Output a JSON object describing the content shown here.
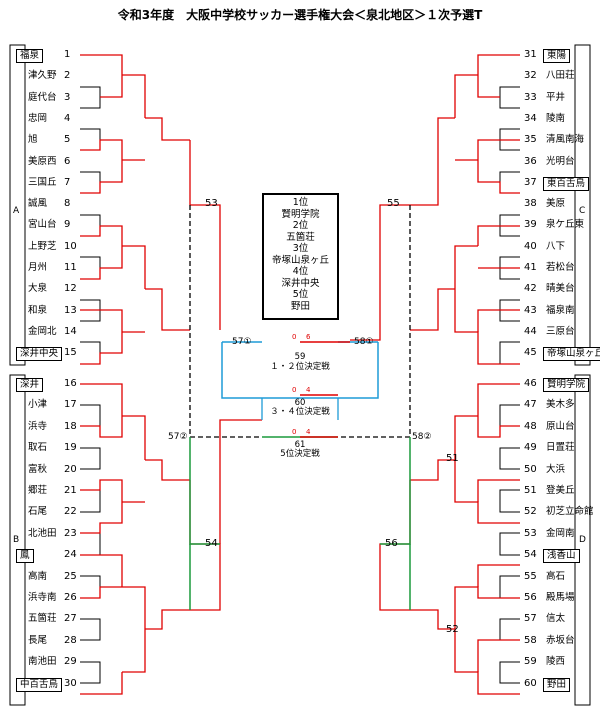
{
  "title": "令和3年度　大阪中学校サッカー選手権大会＜泉北地区＞１次予選T",
  "sections": {
    "left_a": "A",
    "left_b": "B",
    "right_c": "C",
    "right_d": "D"
  },
  "left_teams": [
    {
      "no": "1",
      "name": "福泉",
      "boxed": true
    },
    {
      "no": "2",
      "name": "津久野"
    },
    {
      "no": "3",
      "name": "庭代台"
    },
    {
      "no": "4",
      "name": "忠岡"
    },
    {
      "no": "5",
      "name": "旭"
    },
    {
      "no": "6",
      "name": "美原西"
    },
    {
      "no": "7",
      "name": "三国丘"
    },
    {
      "no": "8",
      "name": "誠風"
    },
    {
      "no": "9",
      "name": "宮山台"
    },
    {
      "no": "10",
      "name": "上野芝"
    },
    {
      "no": "11",
      "name": "月州"
    },
    {
      "no": "12",
      "name": "大泉"
    },
    {
      "no": "13",
      "name": "和泉"
    },
    {
      "no": "14",
      "name": "金岡北"
    },
    {
      "no": "15",
      "name": "深井中央",
      "boxed": true
    },
    {
      "no": "16",
      "name": "深井",
      "boxed": true
    },
    {
      "no": "17",
      "name": "小津"
    },
    {
      "no": "18",
      "name": "浜寺"
    },
    {
      "no": "19",
      "name": "取石"
    },
    {
      "no": "20",
      "name": "富秋"
    },
    {
      "no": "21",
      "name": "郷荘"
    },
    {
      "no": "22",
      "name": "石尾"
    },
    {
      "no": "23",
      "name": "北池田"
    },
    {
      "no": "24",
      "name": "鳳",
      "boxed": true
    },
    {
      "no": "25",
      "name": "高南"
    },
    {
      "no": "26",
      "name": "浜寺南"
    },
    {
      "no": "27",
      "name": "五箇荘"
    },
    {
      "no": "28",
      "name": "長尾"
    },
    {
      "no": "29",
      "name": "南池田"
    },
    {
      "no": "30",
      "name": "中百舌鳥",
      "boxed": true
    }
  ],
  "right_teams": [
    {
      "no": "31",
      "name": "東陽",
      "boxed": true
    },
    {
      "no": "32",
      "name": "八田荘"
    },
    {
      "no": "33",
      "name": "平井"
    },
    {
      "no": "34",
      "name": "陵南"
    },
    {
      "no": "35",
      "name": "清風南海"
    },
    {
      "no": "36",
      "name": "光明台"
    },
    {
      "no": "37",
      "name": "東百舌鳥",
      "boxed": true
    },
    {
      "no": "38",
      "name": "美原"
    },
    {
      "no": "39",
      "name": "泉ケ丘東"
    },
    {
      "no": "40",
      "name": "八下"
    },
    {
      "no": "41",
      "name": "若松台"
    },
    {
      "no": "42",
      "name": "晴美台"
    },
    {
      "no": "43",
      "name": "福泉南"
    },
    {
      "no": "44",
      "name": "三原台"
    },
    {
      "no": "45",
      "name": "帝塚山泉ヶ丘",
      "boxed": true
    },
    {
      "no": "46",
      "name": "賢明学院",
      "boxed": true
    },
    {
      "no": "47",
      "name": "美木多"
    },
    {
      "no": "48",
      "name": "原山台"
    },
    {
      "no": "49",
      "name": "日置荘"
    },
    {
      "no": "50",
      "name": "大浜"
    },
    {
      "no": "51",
      "name": "登美丘"
    },
    {
      "no": "52",
      "name": "初芝立命館"
    },
    {
      "no": "53",
      "name": "金岡南"
    },
    {
      "no": "54",
      "name": "浅香山",
      "boxed": true
    },
    {
      "no": "55",
      "name": "高石"
    },
    {
      "no": "56",
      "name": "殿馬場"
    },
    {
      "no": "57",
      "name": "信太"
    },
    {
      "no": "58",
      "name": "赤坂台"
    },
    {
      "no": "59",
      "name": "陵西"
    },
    {
      "no": "60",
      "name": "野田",
      "boxed": true
    }
  ],
  "rankings": {
    "l1": "1位",
    "t1": "賢明学院",
    "l2": "2位",
    "t2": "五箇荘",
    "l3": "3位",
    "t3": "帝塚山泉ヶ丘",
    "l4": "4位",
    "t4": "深井中央",
    "l5": "5位",
    "t5": "野田"
  },
  "finals": {
    "m59": "59",
    "m59_label": "１・２位決定戦",
    "m59_left": "0",
    "m59_right": "6",
    "m60": "60",
    "m60_label": "３・４位決定戦",
    "m60_left": "0",
    "m60_right": "4",
    "m61": "61",
    "m61_label": "5位決定戦",
    "m61_left": "0",
    "m61_right": "4",
    "m53": "53",
    "m55": "55",
    "m54": "54",
    "m56": "56",
    "m51": "51",
    "m52": "52",
    "l57": "57①",
    "r58": "58①",
    "l57b": "57②",
    "r58b": "58②"
  },
  "colors": {
    "win": "#e00000",
    "blue": "#1e9bd7",
    "green": "#1a9a3c",
    "line": "#000000"
  }
}
